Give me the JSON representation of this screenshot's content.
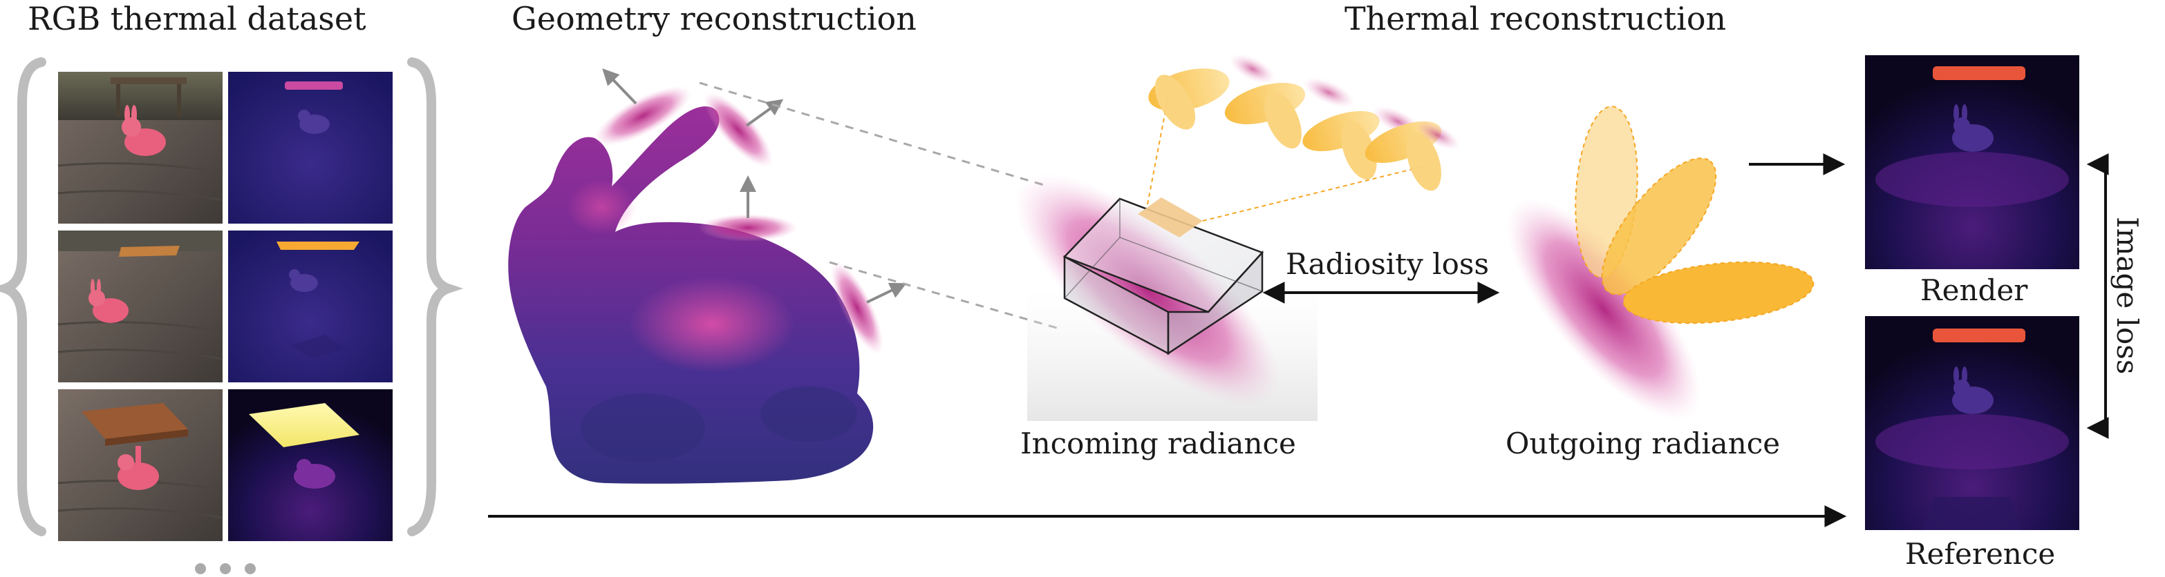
{
  "headings": {
    "dataset": "RGB thermal dataset",
    "geometry": "Geometry reconstruction",
    "thermal": "Thermal reconstruction"
  },
  "captions": {
    "radiosity_loss": "Radiosity loss",
    "incoming_radiance": "Incoming radiance",
    "outgoing_radiance": "Outgoing radiance",
    "render": "Render",
    "reference": "Reference",
    "image_loss": "Image loss"
  },
  "dataset_rows": [
    {
      "rgb": "rgb-bunny-table",
      "thermal": "thermal-bunny-hot-plate-dim"
    },
    {
      "rgb": "rgb-bunny-orange-plate",
      "thermal": "thermal-bunny-orange-plate"
    },
    {
      "rgb": "rgb-bunny-copper-plate",
      "thermal": "thermal-bunny-glowing-plate"
    }
  ],
  "more_indicator": "ellipsis",
  "colors": {
    "bunny_dark": "#3b2f8f",
    "bunny_magenta": "#c03a9a",
    "lobe_yellow": "#f9c74f",
    "heat_bar": "#e8553a",
    "thermal_bg": "#120a2e"
  }
}
